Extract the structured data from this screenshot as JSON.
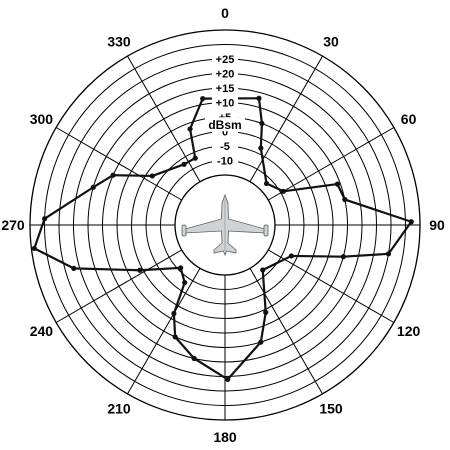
{
  "chart_data": {
    "type": "polar-line",
    "unit_label": "dBsm",
    "angle_labels": [
      "0",
      "30",
      "60",
      "90",
      "120",
      "150",
      "180",
      "210",
      "240",
      "270",
      "300",
      "330"
    ],
    "angle_ticks": [
      0,
      30,
      60,
      90,
      120,
      150,
      180,
      210,
      240,
      270,
      300,
      330
    ],
    "ring_labels": [
      "+25",
      "+20",
      "+15",
      "+10",
      "+5",
      "0",
      "-5",
      "-10"
    ],
    "ring_values": [
      25,
      20,
      15,
      10,
      5,
      0,
      -5,
      -10
    ],
    "r_range": [
      -15,
      35
    ],
    "line_color": "#111111",
    "grid_color": "#000000",
    "series": [
      {
        "points": [
          {
            "angle": 350,
            "value": 12
          },
          {
            "angle": 15,
            "value": 13
          },
          {
            "angle": 20,
            "value": 5
          },
          {
            "angle": 25,
            "value": -3
          },
          {
            "angle": 45,
            "value": -12
          },
          {
            "angle": 60,
            "value": -9
          },
          {
            "angle": 70,
            "value": 9
          },
          {
            "angle": 78,
            "value": 10
          },
          {
            "angle": 89,
            "value": 32
          },
          {
            "angle": 100,
            "value": 25
          },
          {
            "angle": 105,
            "value": 10
          },
          {
            "angle": 115,
            "value": -7
          },
          {
            "angle": 140,
            "value": -12
          },
          {
            "angle": 155,
            "value": 1
          },
          {
            "angle": 163,
            "value": 10
          },
          {
            "angle": 179,
            "value": 21
          },
          {
            "angle": 193,
            "value": 15
          },
          {
            "angle": 204,
            "value": 10
          },
          {
            "angle": 210,
            "value": 3
          },
          {
            "angle": 215,
            "value": -8
          },
          {
            "angle": 226,
            "value": -11
          },
          {
            "angle": 242,
            "value": 1
          },
          {
            "angle": 254,
            "value": 22
          },
          {
            "angle": 263,
            "value": 34
          },
          {
            "angle": 272,
            "value": 30
          },
          {
            "angle": 286,
            "value": 15
          },
          {
            "angle": 294,
            "value": 10
          },
          {
            "angle": 304,
            "value": -2
          },
          {
            "angle": 326,
            "value": -7
          },
          {
            "angle": 336,
            "value": -7
          },
          {
            "angle": 340,
            "value": 3
          }
        ]
      }
    ]
  }
}
